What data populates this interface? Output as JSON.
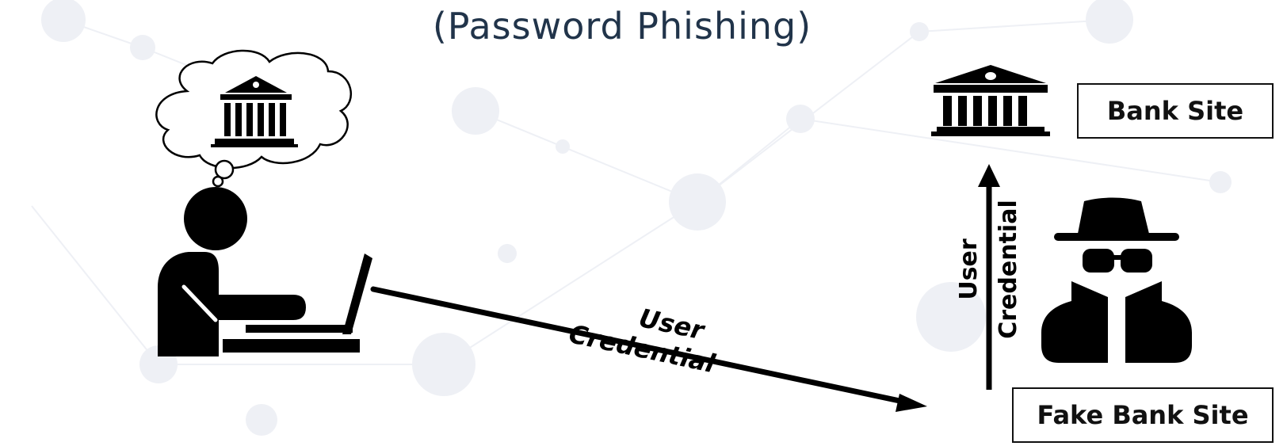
{
  "title": "(Password Phishing)",
  "labels": {
    "bank_site": "Bank Site",
    "fake_bank_site": "Fake Bank Site"
  },
  "flows": {
    "to_fake_site": {
      "line1": "User",
      "line2": "Credential"
    },
    "to_bank_site": {
      "line1": "User",
      "line2": "Credential"
    }
  },
  "icons": [
    "user-at-laptop-icon",
    "thought-bubble-icon",
    "bank-icon",
    "hacker-spy-icon"
  ],
  "colors": {
    "title": "#21344a",
    "foreground": "#000000",
    "background_network": "#e9ecf3"
  }
}
